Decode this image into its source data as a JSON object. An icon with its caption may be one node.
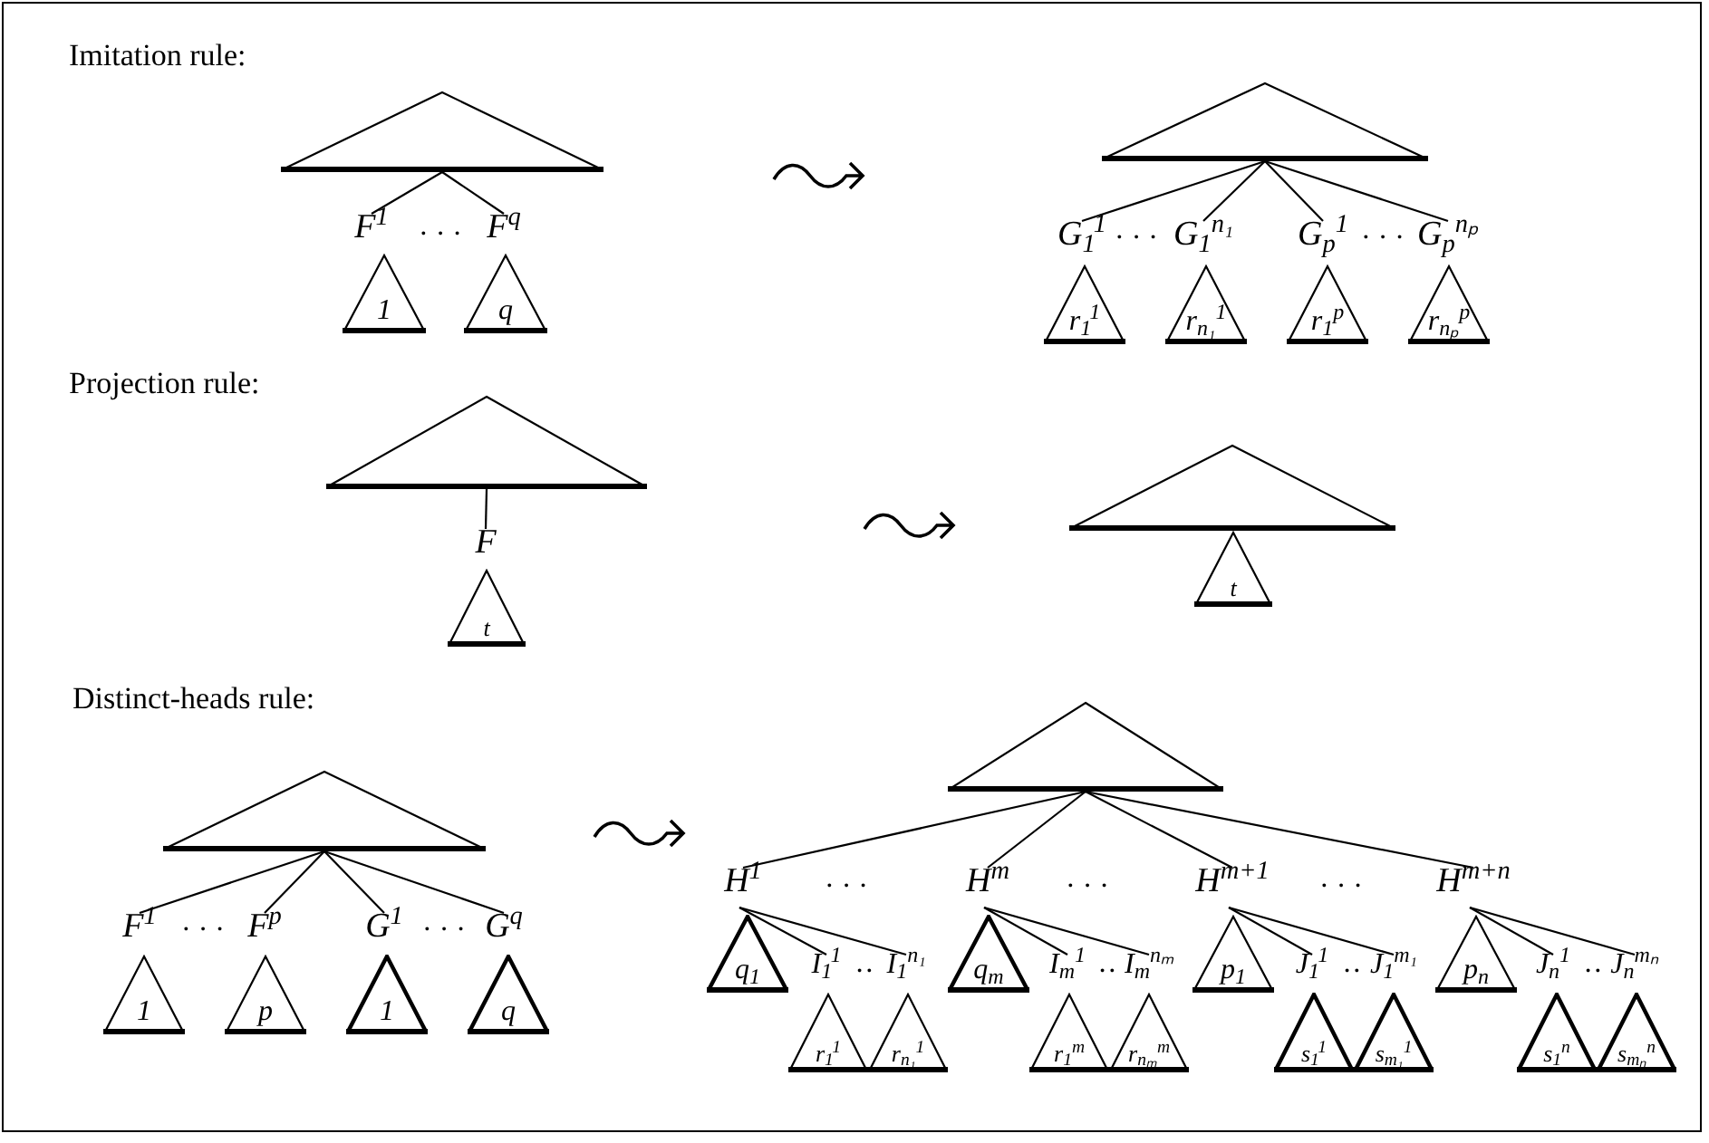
{
  "diagram": {
    "nodes": [
      {
        "text": [],
        "shape": "triangle"
      },
      {
        "text": [
          "F$^{1}$"
        ]
      },
      {
        "text": [
          "F$^{q}$"
        ]
      },
      {
        "text": [
          "1"
        ]
      },
      {
        "text": [
          "q"
        ]
      },
      {
        "text": [],
        "shape": "triangle"
      },
      {
        "text": [
          "G$_{1}$$^{1}$"
        ]
      },
      {
        "text": [
          "G$_{1}$$^{n₁}$"
        ]
      },
      {
        "text": [
          "G$_{p}$$^{1}$"
        ]
      },
      {
        "text": [
          "G$_{p}$$^{nₚ}$"
        ]
      },
      {
        "text": [
          "r$_{1}$$^{1}$"
        ]
      },
      {
        "text": [
          "r$_{n₁}$$^{1}$"
        ]
      },
      {
        "text": [
          "r$_{1}$$^{p}$"
        ]
      },
      {
        "text": [
          "r$_{nₚ}$$^{p}$"
        ]
      },
      {
        "text": [],
        "shape": "triangle"
      },
      {
        "text": [
          "F"
        ]
      },
      {
        "text": [
          "t"
        ]
      },
      {
        "text": [],
        "shape": "triangle"
      },
      {
        "text": [
          "t"
        ]
      },
      {
        "text": [],
        "shape": "triangle"
      },
      {
        "text": [
          "F$^{1}$"
        ]
      },
      {
        "text": [
          "F$^{p}$"
        ]
      },
      {
        "text": [
          "G$^{1}$"
        ]
      },
      {
        "text": [
          "G$^{q}$"
        ]
      },
      {
        "text": [
          "1"
        ]
      },
      {
        "text": [
          "p"
        ]
      },
      {
        "text": [
          "1"
        ]
      },
      {
        "text": [
          "q"
        ]
      },
      {
        "text": [],
        "shape": "triangle"
      },
      {
        "text": [
          "H$^{1}$"
        ]
      },
      {
        "text": [
          "H$^{m}$"
        ]
      },
      {
        "text": [
          "H$^{m+1}$"
        ]
      },
      {
        "text": [
          "H$^{m+n}$"
        ]
      },
      {
        "text": [
          "q$_{1}$"
        ]
      },
      {
        "text": [
          "I$_{1}$$^{1}$"
        ]
      },
      {
        "text": [
          "I$_{1}$$^{n₁}$"
        ]
      },
      {
        "text": [
          "r$_{1}$$^{1}$"
        ]
      },
      {
        "text": [
          "r$_{n₁}$$^{1}$"
        ]
      },
      {
        "text": [
          "q$_{m}$"
        ]
      },
      {
        "text": [
          "I$_{m}$$^{1}$"
        ]
      },
      {
        "text": [
          "I$_{m}$$^{nₘ}$"
        ]
      },
      {
        "text": [
          "r$_{1}$$^{m}$"
        ]
      },
      {
        "text": [
          "r$_{nₘ}$$^{m}$"
        ]
      },
      {
        "text": [
          "p$_{1}$"
        ]
      },
      {
        "text": [
          "J$_{1}$$^{1}$"
        ]
      },
      {
        "text": [
          "J$_{1}$$^{m₁}$"
        ]
      },
      {
        "text": [
          "s$_{1}$$^{1}$"
        ]
      },
      {
        "text": [
          "s$_{m₁}$$^{1}$"
        ]
      },
      {
        "text": [
          "p$_{n}$"
        ]
      },
      {
        "text": [
          "J$_{n}$$^{1}$"
        ]
      },
      {
        "text": [
          "J$_{n}$$^{mₙ}$"
        ]
      },
      {
        "text": [
          "s$_{1}$$^{n}$"
        ]
      },
      {
        "text": [
          "s$_{mₙ}$$^{n}$"
        ]
      }
    ],
    "edges": [
      {
        "from": 0,
        "to": 1,
        "arrow": "none"
      },
      {
        "from": 0,
        "to": 2,
        "arrow": "none"
      },
      {
        "from": 5,
        "to": 6,
        "arrow": "none"
      },
      {
        "from": 5,
        "to": 7,
        "arrow": "none"
      },
      {
        "from": 5,
        "to": 8,
        "arrow": "none"
      },
      {
        "from": 5,
        "to": 9,
        "arrow": "none"
      },
      {
        "from": 14,
        "to": 15,
        "arrow": "none"
      },
      {
        "from": 19,
        "to": 20,
        "arrow": "none"
      },
      {
        "from": 19,
        "to": 21,
        "arrow": "none"
      },
      {
        "from": 19,
        "to": 22,
        "arrow": "none"
      },
      {
        "from": 19,
        "to": 23,
        "arrow": "none"
      },
      {
        "from": 28,
        "to": 29,
        "arrow": "none"
      },
      {
        "from": 28,
        "to": 30,
        "arrow": "none"
      },
      {
        "from": 28,
        "to": 31,
        "arrow": "none"
      },
      {
        "from": 28,
        "to": 32,
        "arrow": "none"
      },
      {
        "from": 29,
        "to": 34,
        "arrow": "none"
      },
      {
        "from": 29,
        "to": 35,
        "arrow": "none"
      },
      {
        "from": 30,
        "to": 39,
        "arrow": "none"
      },
      {
        "from": 30,
        "to": 40,
        "arrow": "none"
      },
      {
        "from": 31,
        "to": 44,
        "arrow": "none"
      },
      {
        "from": 31,
        "to": 45,
        "arrow": "none"
      },
      {
        "from": 32,
        "to": 49,
        "arrow": "none"
      },
      {
        "from": 32,
        "to": 50,
        "arrow": "none"
      }
    ],
    "labels": [
      "Imitation rule:",
      "· · ·",
      "· · ·",
      "· · ·",
      "Projection rule:",
      "Distinct-heads rule:",
      "· · ·",
      "· · ·",
      "· · ·",
      "· · ·",
      "· · ·",
      "··",
      "··",
      "··",
      "··"
    ]
  }
}
